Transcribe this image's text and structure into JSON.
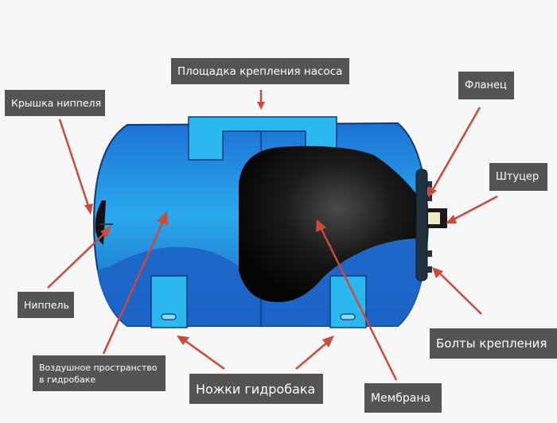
{
  "diagram": {
    "subject": "Горизонтальный гидробак (гидроаккумулятор)",
    "colors": {
      "tank_body": "#1e73d0",
      "tank_light": "#2fb6f0",
      "membrane": "#111111",
      "arrow": "#cc4a3a",
      "label_bg": "#555453",
      "label_text": "#ffffff",
      "background": "#f7f7f7"
    },
    "labels": {
      "pump_pad": "Площадка крепления насоса",
      "nipple_cap": "Крышка ниппеля",
      "flange": "Фланец",
      "fitting": "Штуцер",
      "nipple": "Ниппель",
      "air_space_line1": "Воздушное пространство",
      "air_space_line2": "в гидробаке",
      "legs": "Ножки гидробака",
      "membrane": "Мембрана",
      "mount_bolts": "Болты крепления"
    }
  }
}
